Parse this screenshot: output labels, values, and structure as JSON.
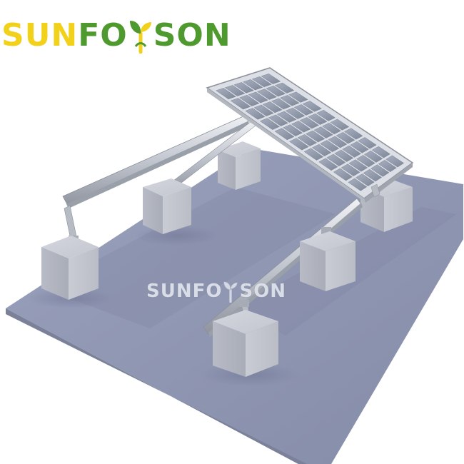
{
  "logo": {
    "part_yellow": "SUN",
    "part_green_a": "FO",
    "part_green_b": "SON",
    "sprout_icon": "sprout-icon"
  },
  "watermark": {
    "part_a": "SUNFO",
    "part_b": "SON",
    "sprout_icon": "sprout-icon"
  },
  "colors": {
    "brand_yellow": "#f2d11b",
    "brand_green": "#4f9a2e",
    "roof": "#8f97b3",
    "ballast_block": "#b9bcc6",
    "aluminum_rail": "#c9cdd6",
    "panel_frame": "#d3d6dd",
    "solar_cell": "#8e97a8"
  }
}
